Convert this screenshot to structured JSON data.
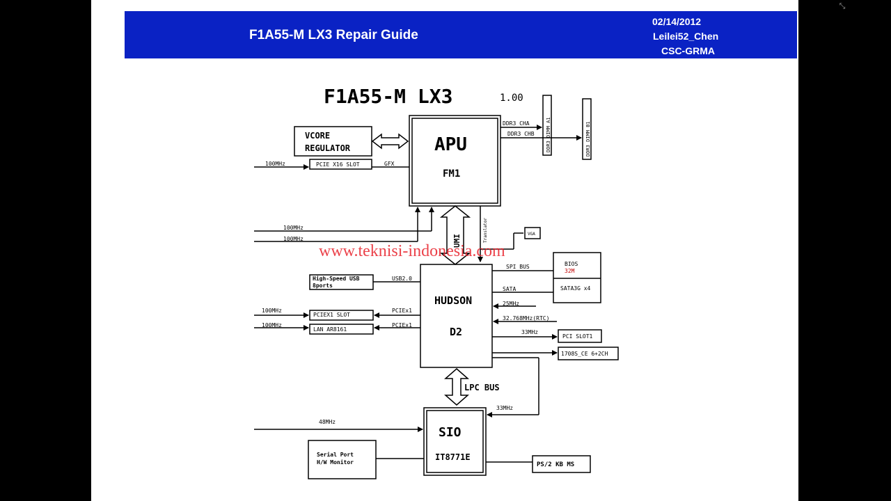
{
  "header": {
    "title": "F1A55-M LX3 Repair Guide",
    "date": "02/14/2012",
    "author": "Leilei52_Chen",
    "org": "CSC-GRMA"
  },
  "diagram": {
    "title": "F1A55-M LX3",
    "version": "1.00",
    "watermark": "www.teknisi-indonesia.com",
    "apu": {
      "name": "APU",
      "socket": "FM1"
    },
    "vcore": {
      "line1": "VCORE",
      "line2": "REGULATOR"
    },
    "pcie_x16": {
      "label": "PCIE X16 SLOT",
      "clock": "100MHz",
      "bus": "GFX"
    },
    "dimm_a1": "DDR3 DIMM A1",
    "dimm_b1": "DDR3 DIMM B1",
    "ddr_cha": "DDR3 CHA",
    "ddr_chb": "DDR3 CHB",
    "clock_in_1": "100MHz",
    "clock_in_2": "100MHz",
    "umi": "UMI",
    "translator": "Translator",
    "vga": "VGA",
    "hudson": {
      "name": "HUDSON",
      "rev": "D2"
    },
    "usb": {
      "line1": "High-Speed USB",
      "line2": "8ports",
      "bus": "USB2.0"
    },
    "pciex1_slot": {
      "label": "PCIEX1 SLOT",
      "clock": "100MHz",
      "bus": "PCIEx1"
    },
    "lan": {
      "label": "LAN AR8161",
      "clock": "100MHz",
      "bus": "PCIEx1"
    },
    "bios": {
      "label": "BIOS",
      "size": "32M",
      "bus": "SPI BUS"
    },
    "sata": {
      "label": "SATA3G x4",
      "bus": "SATA"
    },
    "clk_25": "25MHz",
    "clk_rtc": "32.768MHz(RTC)",
    "pci_slot": {
      "label": "PCI SLOT1",
      "clock": "33MHz"
    },
    "audio": "1708S_CE 6+2CH",
    "lpc": "LPC BUS",
    "sio": {
      "name": "SIO",
      "part": "IT8771E",
      "clock_in": "48MHz",
      "clock_lpc": "33MHz"
    },
    "serial": {
      "line1": "Serial Port",
      "line2": "H/W Monitor"
    },
    "ps2": "PS/2 KB MS"
  },
  "icons": {
    "exit": "exit-fullscreen-icon"
  },
  "colors": {
    "header_bg": "#0a22c4",
    "watermark": "#e8202a",
    "background": "#000000"
  }
}
